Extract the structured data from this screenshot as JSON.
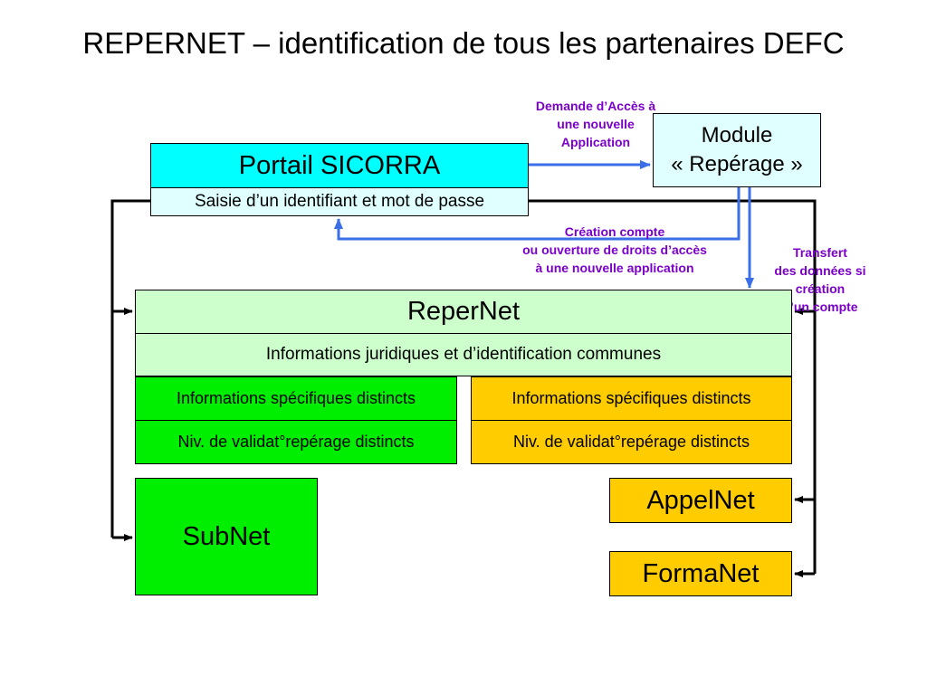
{
  "title": "REPERNET – identification de tous les partenaires DEFC",
  "portail": {
    "title": "Portail SICORRA",
    "subtitle": "Saisie d’un identifiant et mot de passe"
  },
  "module": {
    "line1": "Module",
    "line2": "« Repérage »"
  },
  "labels": {
    "demande": [
      "Demande d’Accès à",
      "une nouvelle",
      "Application"
    ],
    "creation": [
      "Création compte",
      "ou ouverture de droits d’accès",
      "à une nouvelle application"
    ],
    "transfert": [
      "Transfert",
      "des données si",
      "création",
      "d’un compte"
    ]
  },
  "repernet": {
    "title": "ReperNet",
    "common": "Informations juridiques et d’identification communes",
    "left_specific": "Informations spécifiques distincts",
    "left_level": "Niv. de validat°repérage distincts",
    "right_specific": "Informations spécifiques distincts",
    "right_level": "Niv. de validat°repérage distincts"
  },
  "subnet": "SubNet",
  "appelnet": "AppelNet",
  "formanet": "FormaNet",
  "colors": {
    "cyan": "#00ffff",
    "pale_cyan": "#e0ffff",
    "light_green": "#ccffcc",
    "green": "#00ee00",
    "orange": "#ffcc00",
    "arrow_blue": "#3a6fe8",
    "label_purple": "#7b00c8"
  }
}
